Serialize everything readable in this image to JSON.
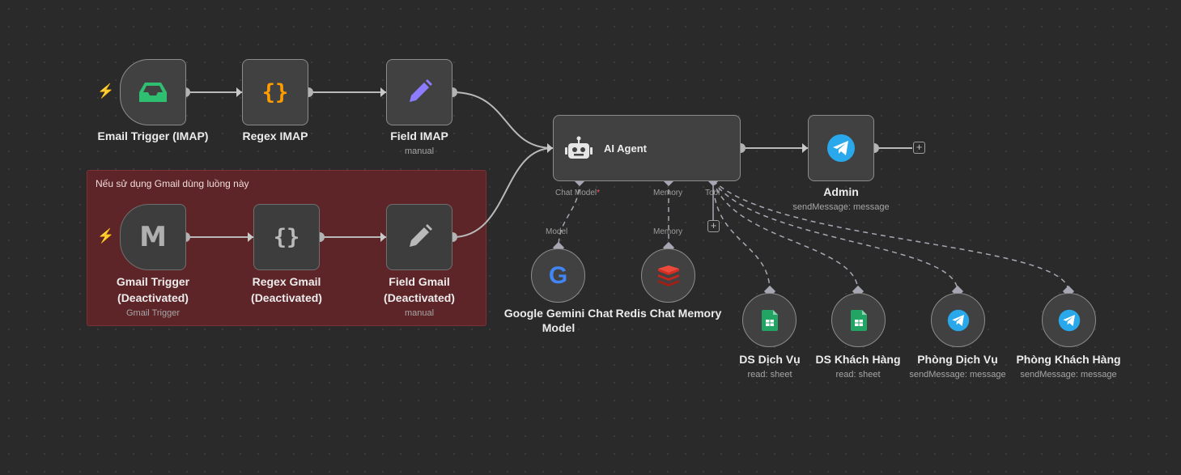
{
  "sticky_note": {
    "text": "Nếu sử dụng Gmail dùng luồng này"
  },
  "nodes": {
    "email_trigger": {
      "label": "Email Trigger (IMAP)"
    },
    "regex_imap": {
      "label": "Regex IMAP"
    },
    "field_imap": {
      "label": "Field IMAP",
      "subtitle": "manual"
    },
    "gmail_trigger": {
      "label_line1": "Gmail Trigger",
      "label_line2": "(Deactivated)",
      "subtitle": "Gmail Trigger"
    },
    "regex_gmail": {
      "label_line1": "Regex Gmail",
      "label_line2": "(Deactivated)"
    },
    "field_gmail": {
      "label_line1": "Field Gmail",
      "label_line2": "(Deactivated)",
      "subtitle": "manual"
    },
    "ai_agent": {
      "label": "AI Agent",
      "ports": {
        "chat_model": "Chat Model",
        "required_mark": "*",
        "memory": "Memory",
        "tool": "Tool"
      }
    },
    "admin": {
      "label": "Admin",
      "subtitle": "sendMessage: message"
    },
    "gemini": {
      "label_line1": "Google Gemini Chat",
      "label_line2": "Model",
      "port": "Model"
    },
    "redis": {
      "label": "Redis Chat Memory",
      "port": "Memory"
    },
    "ds_dich_vu": {
      "label": "DS Dịch Vụ",
      "subtitle": "read: sheet"
    },
    "ds_khach_hang": {
      "label": "DS Khách Hàng",
      "subtitle": "read: sheet"
    },
    "phong_dich_vu": {
      "label": "Phòng Dịch Vụ",
      "subtitle": "sendMessage: message"
    },
    "phong_khach_hang": {
      "label": "Phòng Khách Hàng",
      "subtitle": "sendMessage: message"
    }
  },
  "controls": {
    "add_node": "+",
    "trigger_bolt": "⚡"
  },
  "icons": {
    "email_trigger": "inbox-icon",
    "regex": "braces-icon",
    "set_field": "pencil-icon",
    "gmail": "gmail-icon",
    "ai_agent": "robot-icon",
    "telegram": "telegram-icon",
    "google": "google-icon",
    "redis": "redis-icon",
    "sheets": "google-sheets-icon"
  },
  "colors": {
    "canvas": "#2a2a2a",
    "node_fill": "#414141",
    "node_border": "#8c8c8c",
    "sticky_note": "#5e2529",
    "inbox_green": "#2fbf71",
    "braces_orange": "#ff9d00",
    "pencil_purple": "#8c7cff",
    "telegram_blue": "#29a9eb",
    "sheets_green": "#22a464",
    "redis_red": "#d82c20",
    "trigger_bolt": "#ef6957"
  }
}
